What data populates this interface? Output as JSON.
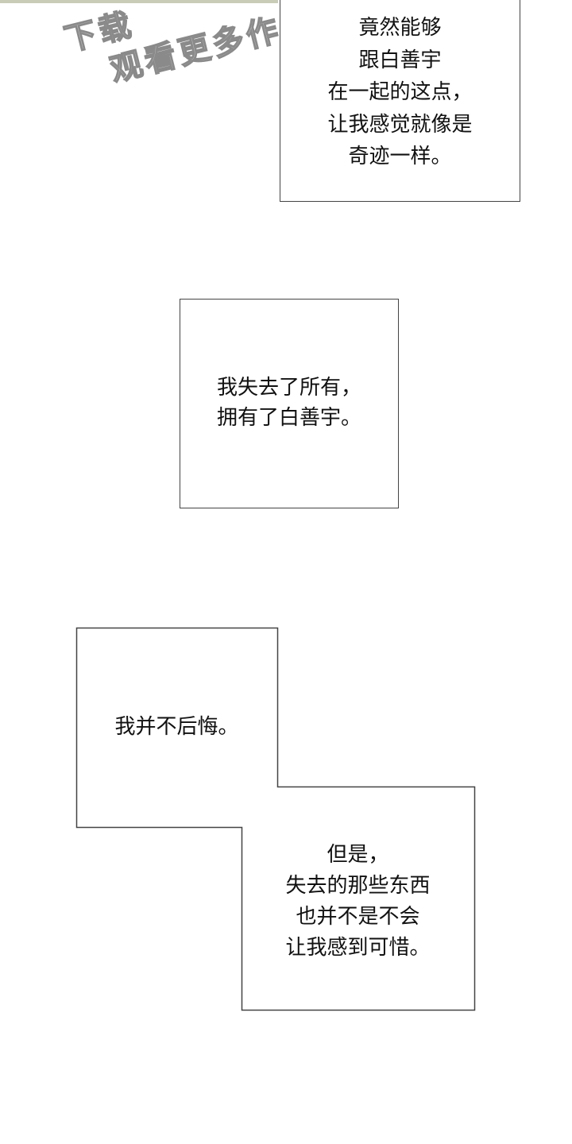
{
  "watermark": {
    "line1": "下载",
    "line2": "观看更多作品"
  },
  "panels": [
    {
      "lines": [
        "竟然能够",
        "跟白善宇",
        "在一起的这点，",
        "让我感觉就像是",
        "奇迹一样。"
      ]
    },
    {
      "lines": [
        "我失去了所有，",
        "拥有了白善宇。"
      ]
    },
    {
      "lines": [
        "我并不后悔。"
      ]
    },
    {
      "lines": [
        "但是，",
        "失去的那些东西",
        "也并不是不会",
        "让我感到可惜。"
      ]
    }
  ]
}
